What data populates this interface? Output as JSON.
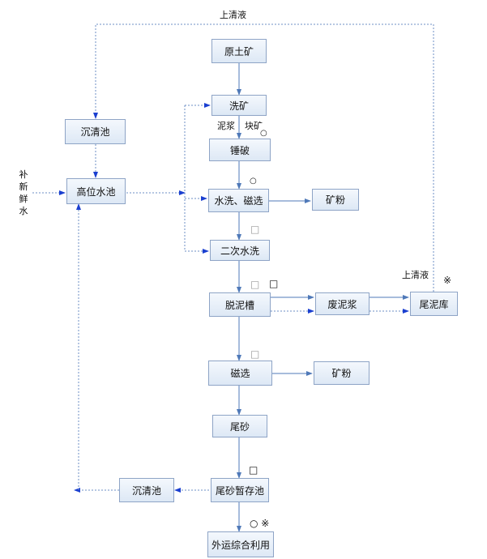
{
  "nodes": {
    "raw_ore": "原土矿",
    "wash_ore": "洗矿",
    "hammer_crush": "锤破",
    "wash_magnetic": "水洗、磁选",
    "ore_powder_1": "矿粉",
    "second_wash": "二次水洗",
    "desliming_tank": "脱泥槽",
    "waste_slurry": "废泥浆",
    "tailings_pond": "尾泥库",
    "magnetic_sep": "磁选",
    "ore_powder_2": "矿粉",
    "tailing_sand": "尾砂",
    "sand_temp_pool": "尾砂暂存池",
    "external_use": "外运综合利用",
    "settling_pool_top": "沉清池",
    "high_water_pool": "高位水池",
    "settling_pool_bottom": "沉清池"
  },
  "labels": {
    "supernatant_top": "上清液",
    "supernatant_right": "上清液",
    "mud_slurry": "泥浆",
    "lump_ore": "块矿",
    "fresh_water": [
      "补",
      "新",
      "鲜",
      "水"
    ]
  },
  "symbols": {
    "circle": "○",
    "square": "□",
    "hazard": "※",
    "circle_hazard": "○ ※"
  },
  "colors": {
    "solid_line": "#4f79b8",
    "dotted_line": "#6d8fc6",
    "node_border": "#8ea4c6"
  }
}
